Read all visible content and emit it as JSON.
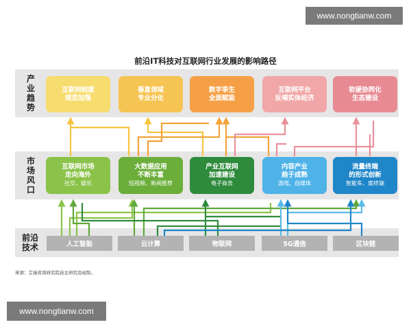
{
  "watermarks": [
    "www.nongtianw.com",
    "www.nongtianw.com"
  ],
  "title": "前沿IT科技对互联网行业发展的影响路径",
  "bands": [
    {
      "label": [
        "产",
        "业",
        "趋",
        "势"
      ]
    },
    {
      "label": [
        "市",
        "场",
        "风",
        "口"
      ]
    },
    {
      "label": [
        "前沿",
        "技术"
      ]
    }
  ],
  "trends": [
    {
      "l1": "互联网制度",
      "l2": "规范加强",
      "color": "#f7dc6f"
    },
    {
      "l1": "垂直领域",
      "l2": "专业分化",
      "color": "#f6c453"
    },
    {
      "l1": "数字孪生",
      "l2": "全面赋能",
      "color": "#f5a046"
    },
    {
      "l1": "互联网平台",
      "l2": "反哺实体经济",
      "color": "#f1a7a8"
    },
    {
      "l1": "软硬协同化",
      "l2": "生态建设",
      "color": "#e88a92"
    }
  ],
  "markets": [
    {
      "l1": "互联网市场",
      "l2": "走向海外",
      "l3": "社交、娱乐",
      "color": "#8bc34a"
    },
    {
      "l1": "大数据应用",
      "l2": "不断丰富",
      "l3": "短视频、新闻推荐",
      "color": "#6cae3a"
    },
    {
      "l1": "产业互联网",
      "l2": "加速建设",
      "l3": "电子商务",
      "color": "#2e8b3c"
    },
    {
      "l1": "内容产业",
      "l2": "趋于成熟",
      "l3": "游戏、自媒体",
      "color": "#4fb3e8"
    },
    {
      "l1": "流量终端",
      "l2": "的形式创新",
      "l3": "智能车、度终端",
      "color": "#1f86c8"
    }
  ],
  "techs": [
    "人工智能",
    "云计算",
    "物联网",
    "5G通信",
    "区块链"
  ],
  "source": "来源：艾瑞咨询研究院自主研究及绘制。",
  "colors": {
    "yellow": "#f5c542",
    "orange": "#f2a33a",
    "pink": "#e8909a",
    "green_light": "#8bc34a",
    "green_mid": "#5fa83a",
    "green_dark": "#2e8b3c",
    "blue_light": "#5bbbe8",
    "blue_dark": "#1f86c8"
  }
}
